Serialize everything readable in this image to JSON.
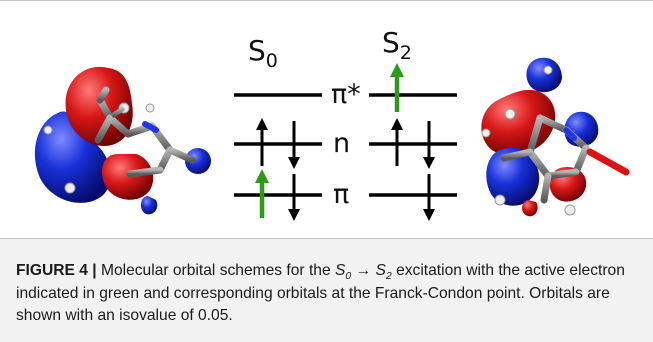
{
  "figure": {
    "state_left": "S0",
    "state_right": "S2",
    "orbital_labels": {
      "pi_star": "π*",
      "n": "n",
      "pi": "π"
    },
    "colors": {
      "level_line": "#000000",
      "electron": "#000000",
      "active_electron": "#2e9b17",
      "lobe_positive": "#d11a1a",
      "lobe_negative": "#1228c9",
      "carbon": "#6f6f6f",
      "hydrogen": "#ececec",
      "nitrogen": "#2233ee",
      "oxygen": "#dd1111"
    }
  },
  "caption": {
    "label": "FIGURE 4 |",
    "text_1": " Molecular orbital schemes for the ",
    "s0_main": "S",
    "s0_sub": "0",
    "arrow": " → ",
    "s2_main": "S",
    "s2_sub": "2",
    "text_2": " excitation with the active electron indicated in green and corresponding orbitals at the Franck-Condon point. Orbitals are shown with an isovalue of 0.05."
  }
}
